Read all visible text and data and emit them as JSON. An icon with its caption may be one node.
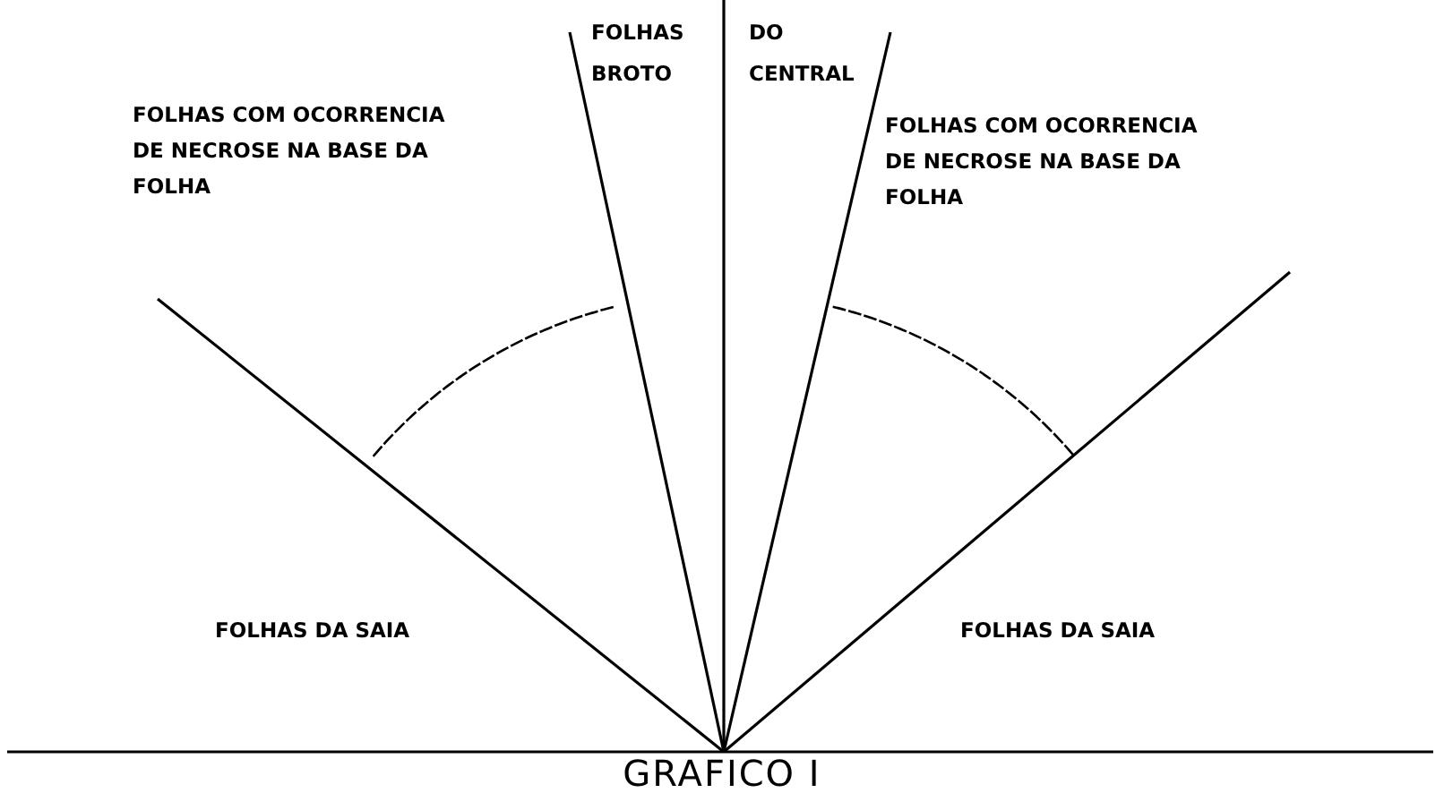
{
  "diagram": {
    "title": "GRAFICO I",
    "labels": [
      "FOLHAS",
      "DO",
      "BROTO",
      "CENTRAL",
      "FOLHAS COM OCORRENCIA DE NECROSE NA BASE DA FOLHA",
      "FOLHAS COM OCORRENCIA DE NECROSE NA BASE DA FOLHA",
      "FOLHAS DA SAIA",
      "FOLHAS DA SAIA"
    ]
  }
}
